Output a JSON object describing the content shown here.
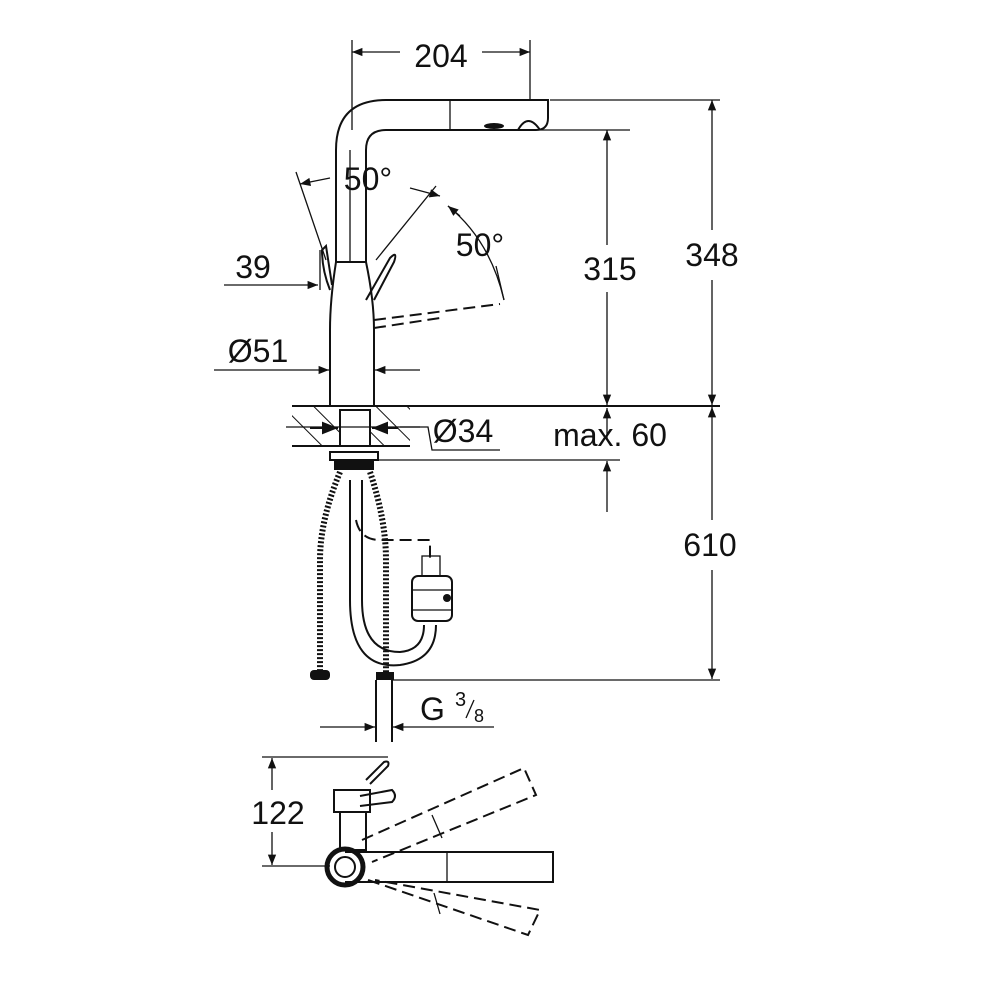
{
  "drawing": {
    "title": "Faucet dimension drawing",
    "line_color": "#111111",
    "labels": {
      "spout_reach": "204",
      "swivel_angle_left": "50°",
      "swivel_angle_right": "50°",
      "lever_clearance": "39",
      "spout_height": "315",
      "total_height": "348",
      "body_diameter": "Ø51",
      "hole_diameter": "Ø34",
      "deck_thickness": "max. 60",
      "hose_length": "610",
      "connection_thread_prefix": "G",
      "connection_thread_num": "3",
      "connection_thread_den": "8",
      "top_view_depth": "122"
    }
  }
}
